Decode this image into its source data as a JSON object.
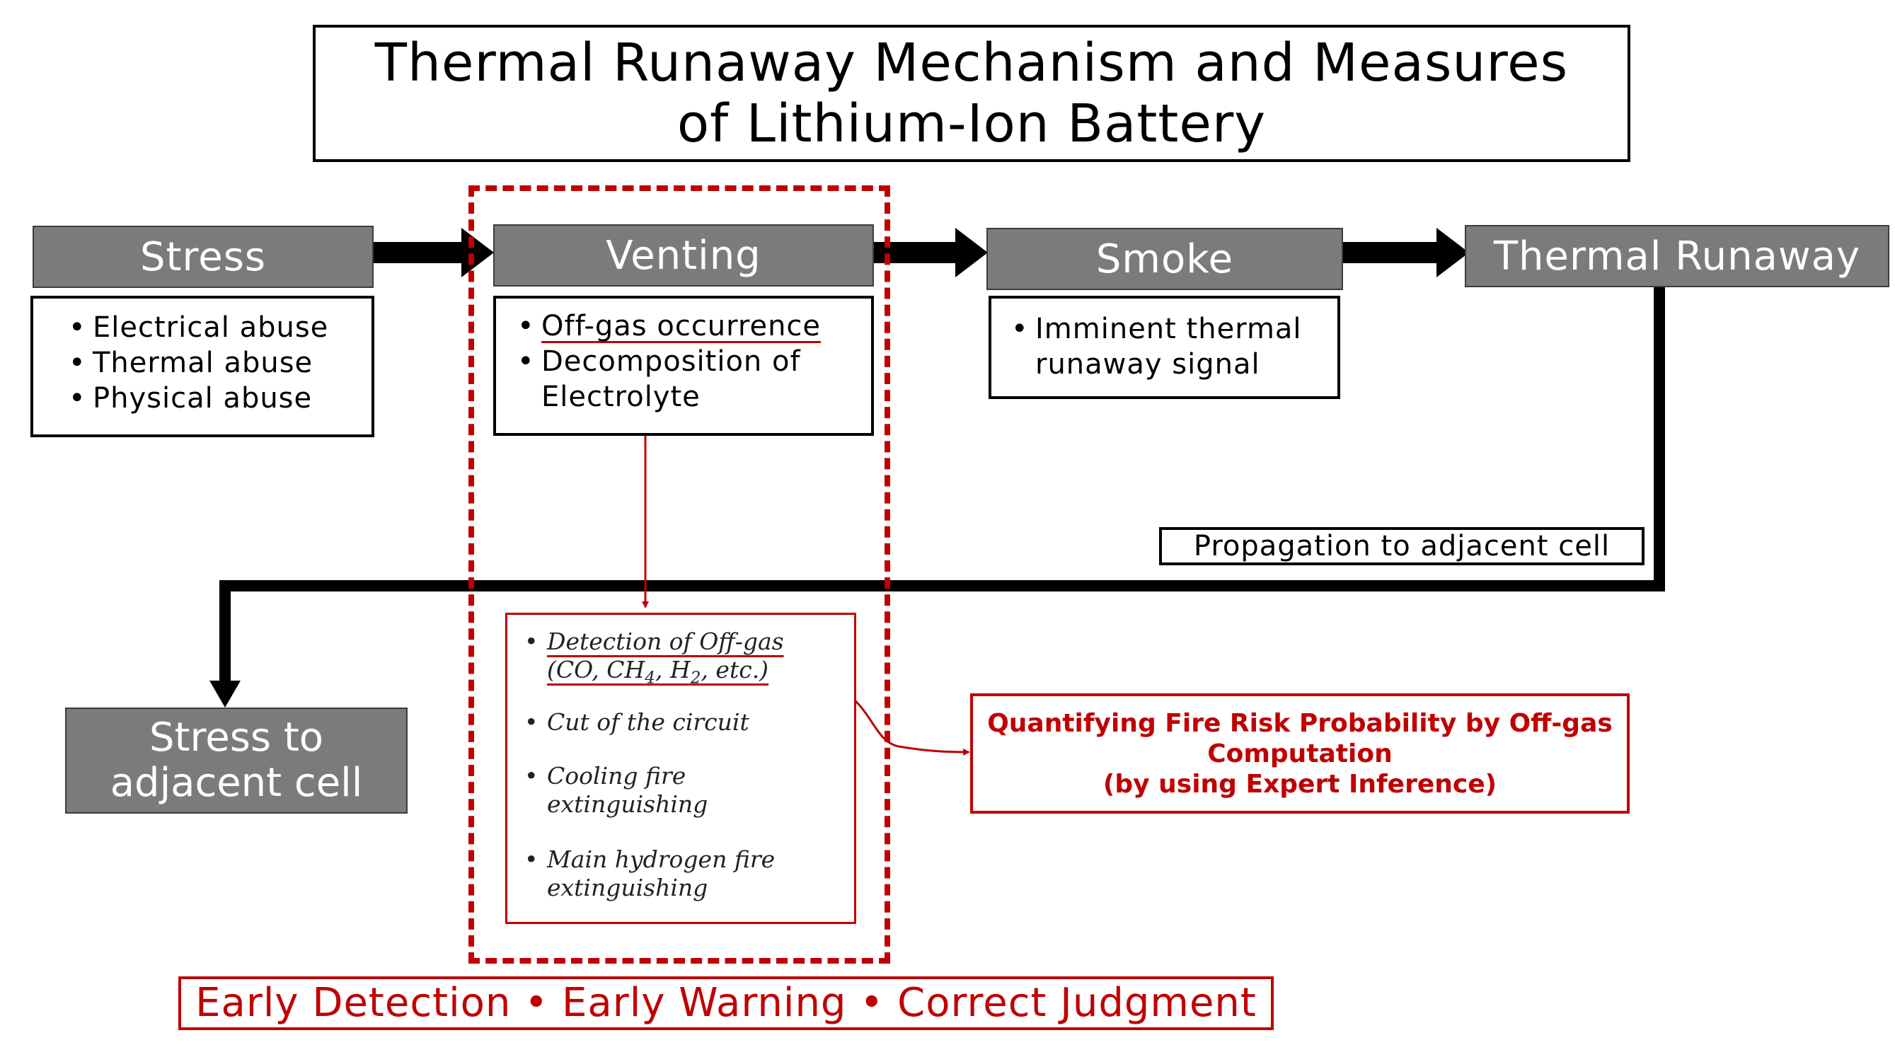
{
  "title": {
    "line1": "Thermal Runaway Mechanism and Measures",
    "line2": "of Lithium-Ion Battery"
  },
  "stages": [
    {
      "label": "Stress",
      "items": [
        "Electrical abuse",
        "Thermal abuse",
        "Physical abuse"
      ]
    },
    {
      "label": "Venting",
      "items": [
        "Off-gas occurrence",
        "Decomposition of Electrolyte"
      ]
    },
    {
      "label": "Smoke",
      "items": [
        "Imminent thermal runaway signal"
      ]
    },
    {
      "label": "Thermal Runaway"
    }
  ],
  "propagation_label": "Propagation to adjacent cell",
  "adjacent_cell": {
    "line1": "Stress to",
    "line2": "adjacent cell"
  },
  "measures": {
    "detection_line1": "Detection of Off-gas",
    "detection_line2_prefix": "(CO, CH",
    "detection_sub1": "4",
    "detection_mid": ", H",
    "detection_sub2": "2",
    "detection_suffix": ", etc.)",
    "items": [
      "Cut of the circuit",
      "Cooling fire extinguishing",
      "Main hydrogen fire extinguishing"
    ]
  },
  "quantifying": {
    "line1": "Quantifying Fire Risk Probability by Off-gas",
    "line2": "Computation",
    "line3": "(by using Expert Inference)"
  },
  "slogan": "Early Detection • Early Warning • Correct Judgment",
  "colors": {
    "accent_red": "#c00000",
    "stage_gray": "#7b7b7b",
    "text": "#000000"
  }
}
